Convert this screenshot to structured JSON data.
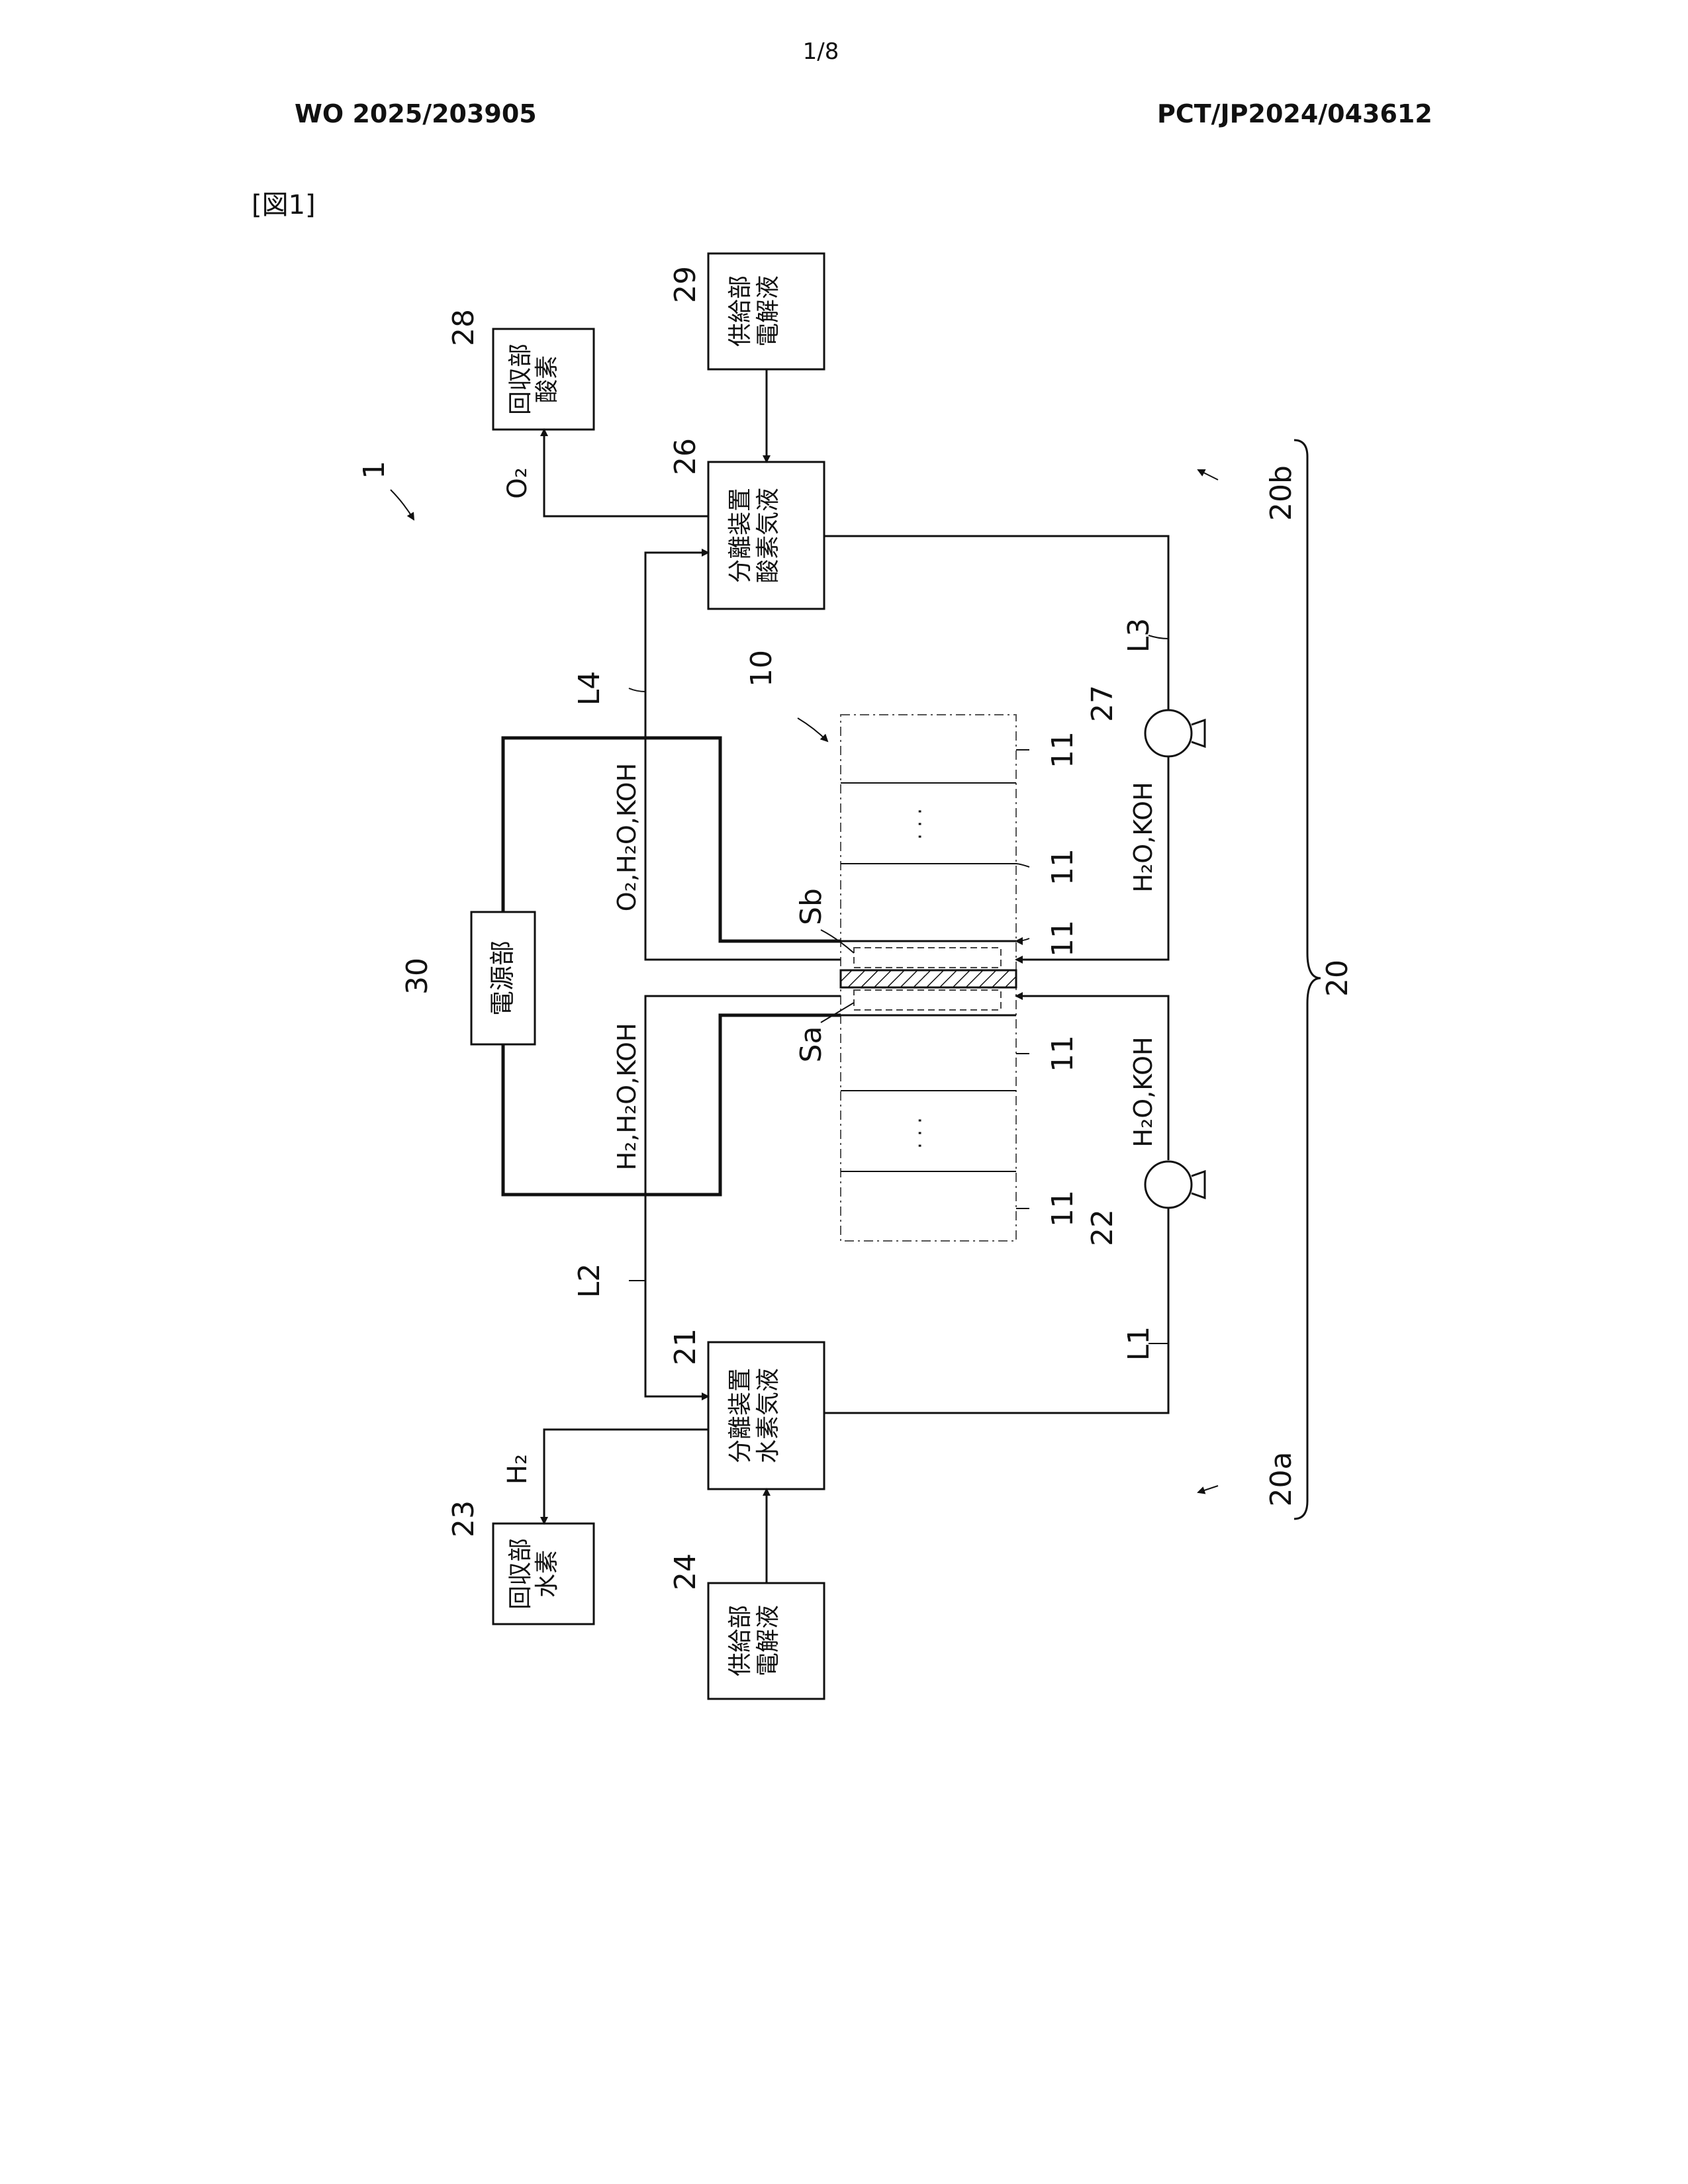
{
  "header": {
    "page_number": "1/8",
    "publication_number": "WO 2025/203905",
    "application_number": "PCT/JP2024/043612",
    "figure_label": "[図1]"
  },
  "figure": {
    "system_ref": "1",
    "stack_ref": "10",
    "cell_ref": "11",
    "ellipsis": "· · ·",
    "power_supply": {
      "ref": "30",
      "label": "電源部"
    },
    "boxes": {
      "electrolyte_supply_o2": {
        "ref": "29",
        "line1": "電解液",
        "line2": "供給部"
      },
      "oxygen_recovery": {
        "ref": "28",
        "line1": "酸素",
        "line2": "回収部"
      },
      "oxygen_separator": {
        "ref": "26",
        "line1": "酸素気液",
        "line2": "分離装置"
      },
      "hydrogen_separator": {
        "ref": "21",
        "line1": "水素気液",
        "line2": "分離装置"
      },
      "hydrogen_recovery": {
        "ref": "23",
        "line1": "水素",
        "line2": "回収部"
      },
      "electrolyte_supply_h2": {
        "ref": "24",
        "line1": "電解液",
        "line2": "供給部"
      }
    },
    "pumps": {
      "oxygen_side": "27",
      "hydrogen_side": "22"
    },
    "lines": {
      "l1": "L1",
      "l2": "L2",
      "l3": "L3",
      "l4": "L4"
    },
    "subsystems": {
      "whole": "20",
      "hydrogen": "20a",
      "oxygen": "20b"
    },
    "regions": {
      "sa": "Sa",
      "sb": "Sb"
    },
    "streams": {
      "oxygen_out": "O₂,H₂O,KOH",
      "hydrogen_out": "H₂,H₂O,KOH",
      "oxygen_return": "H₂O,KOH",
      "hydrogen_return": "H₂O,KOH",
      "oxygen_gas": "O₂",
      "hydrogen_gas": "H₂"
    }
  }
}
